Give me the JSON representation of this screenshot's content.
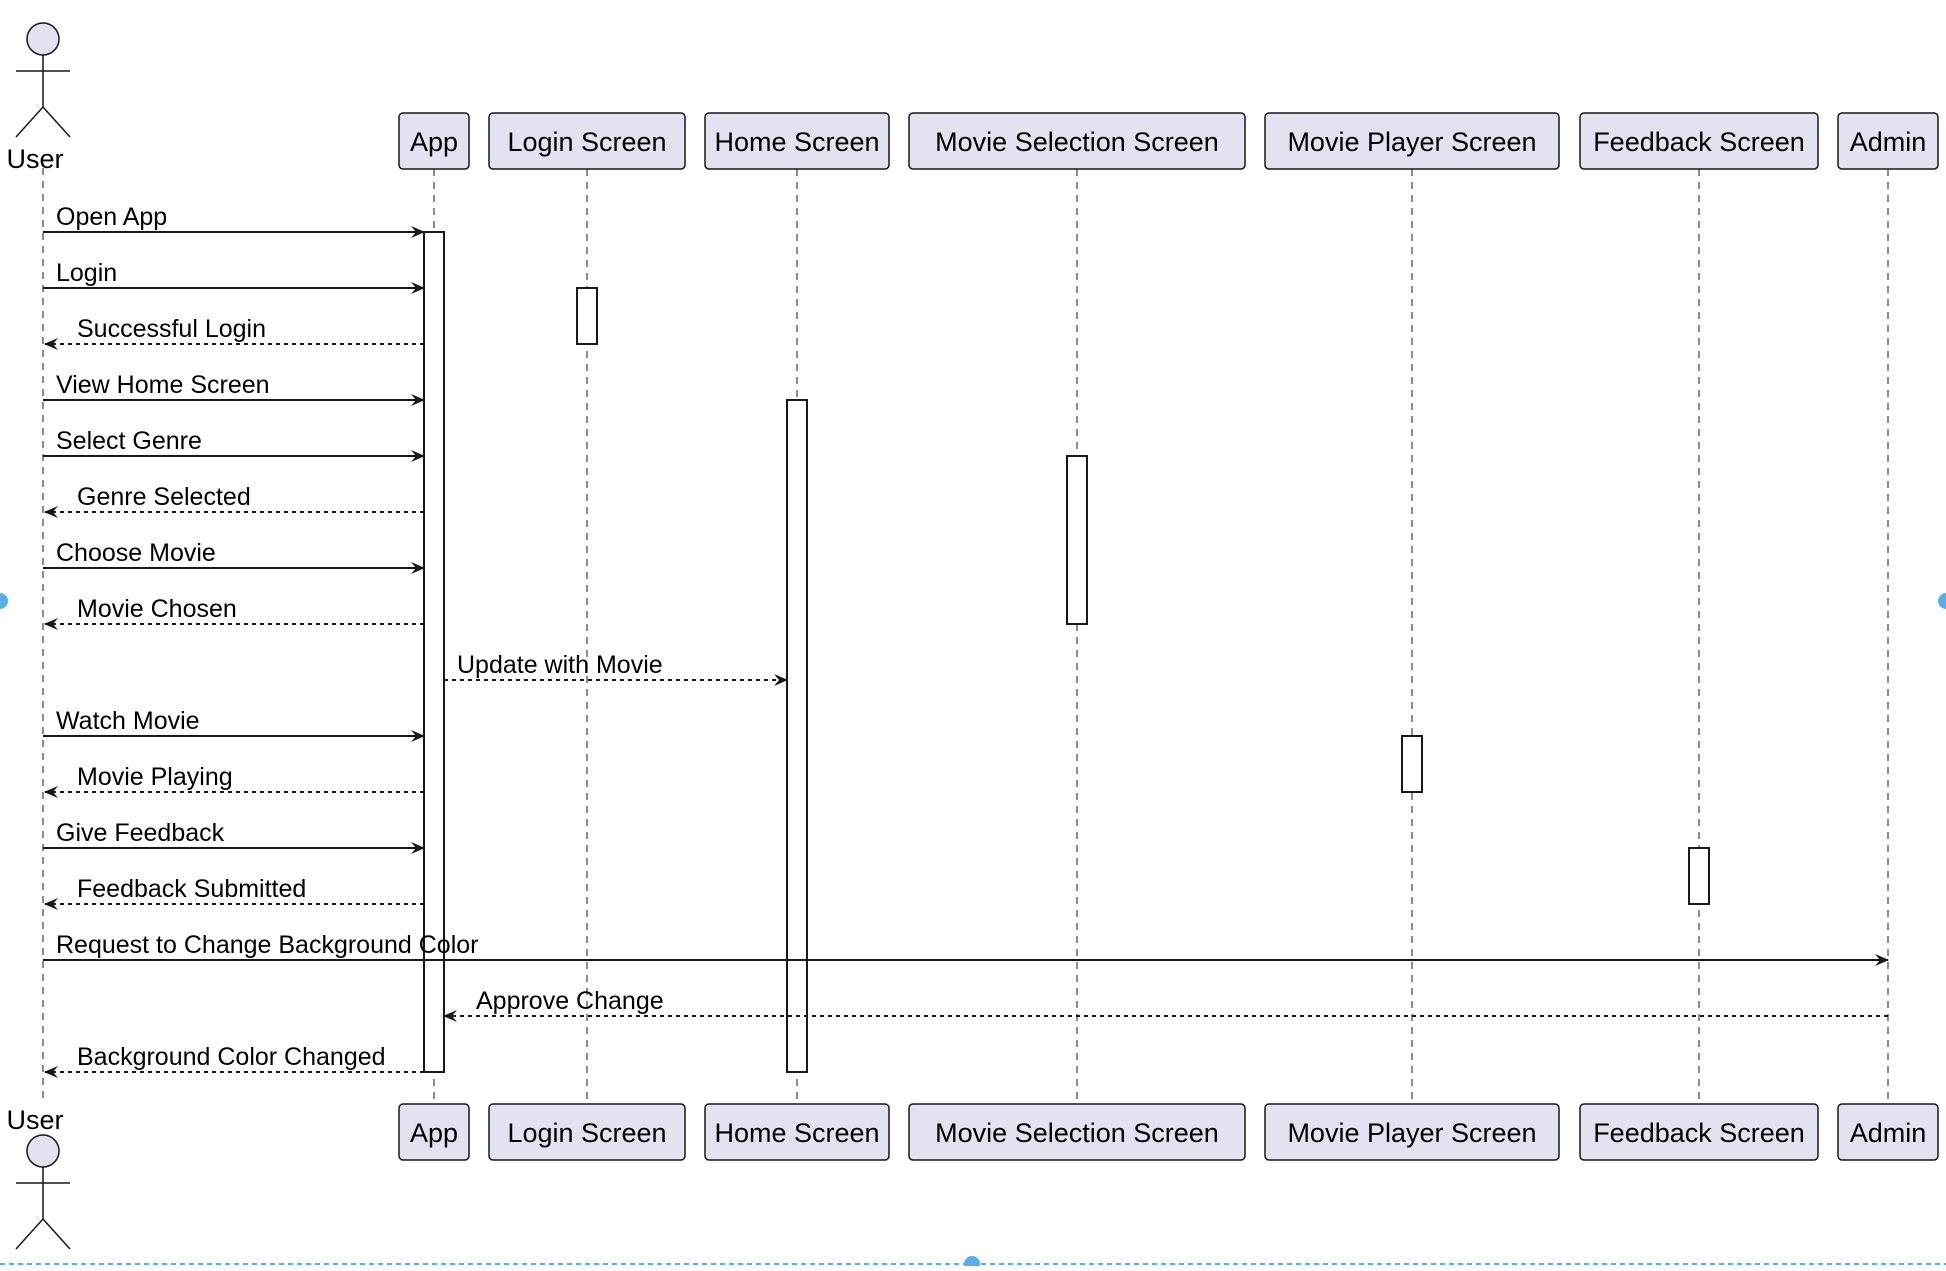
{
  "diagram": {
    "colors": {
      "participant_fill": "#e2e2f0",
      "participant_stroke": "#181818",
      "line": "#181818",
      "lifeline": "#666666",
      "activation_fill": "#ffffff",
      "selection_handle": "#5aaee6"
    },
    "actor": {
      "label": "User"
    },
    "participants": [
      {
        "id": "app",
        "label": "App"
      },
      {
        "id": "login",
        "label": "Login Screen"
      },
      {
        "id": "home",
        "label": "Home Screen"
      },
      {
        "id": "movie_selection",
        "label": "Movie Selection Screen"
      },
      {
        "id": "movie_player",
        "label": "Movie Player Screen"
      },
      {
        "id": "feedback",
        "label": "Feedback Screen"
      },
      {
        "id": "admin",
        "label": "Admin"
      }
    ],
    "messages": [
      {
        "from": "user",
        "to": "app",
        "label": "Open App",
        "style": "solid"
      },
      {
        "from": "user",
        "to": "app",
        "label": "Login",
        "style": "solid"
      },
      {
        "from": "app",
        "to": "user",
        "label": "Successful Login",
        "style": "dashed"
      },
      {
        "from": "user",
        "to": "app",
        "label": "View Home Screen",
        "style": "solid"
      },
      {
        "from": "user",
        "to": "app",
        "label": "Select Genre",
        "style": "solid"
      },
      {
        "from": "app",
        "to": "user",
        "label": "Genre Selected",
        "style": "dashed"
      },
      {
        "from": "user",
        "to": "app",
        "label": "Choose Movie",
        "style": "solid"
      },
      {
        "from": "app",
        "to": "user",
        "label": "Movie Chosen",
        "style": "dashed"
      },
      {
        "from": "app",
        "to": "home",
        "label": "Update with Movie",
        "style": "dashed"
      },
      {
        "from": "user",
        "to": "app",
        "label": "Watch Movie",
        "style": "solid"
      },
      {
        "from": "app",
        "to": "user",
        "label": "Movie Playing",
        "style": "dashed"
      },
      {
        "from": "user",
        "to": "app",
        "label": "Give Feedback",
        "style": "solid"
      },
      {
        "from": "app",
        "to": "user",
        "label": "Feedback Submitted",
        "style": "dashed"
      },
      {
        "from": "user",
        "to": "admin",
        "label": "Request to Change Background Color",
        "style": "solid"
      },
      {
        "from": "admin",
        "to": "app",
        "label": "Approve Change",
        "style": "dashed"
      },
      {
        "from": "app",
        "to": "user",
        "label": "Background Color Changed",
        "style": "dashed"
      }
    ],
    "activations": [
      {
        "participant": "app",
        "from_step": 1,
        "to_step": 16
      },
      {
        "participant": "login",
        "from_step": 2,
        "to_step": 3
      },
      {
        "participant": "home",
        "from_step": 4,
        "to_step": 16
      },
      {
        "participant": "movie_selection",
        "from_step": 5,
        "to_step": 8
      },
      {
        "participant": "movie_player",
        "from_step": 10,
        "to_step": 11
      },
      {
        "participant": "feedback",
        "from_step": 12,
        "to_step": 13
      }
    ]
  }
}
